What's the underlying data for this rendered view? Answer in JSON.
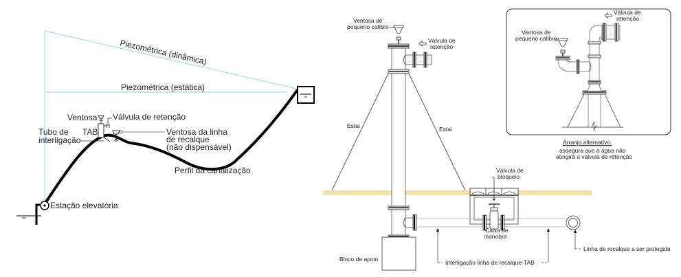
{
  "colors": {
    "piezometric_line": "#a8dbe8",
    "pipe_profile": "#000000",
    "ground": "#efe2ab",
    "drawing_line": "#333333",
    "pipe_fill": "#e8e8e8"
  },
  "left_diagram": {
    "labels": {
      "piezo_dynamic": "Piezométrica (dinâmica)",
      "piezo_static": "Piezométrica (estática)",
      "ventosa": "Ventosa",
      "valvula_retencao": "Válvula de retenção",
      "tab": "TAB",
      "tubo_de": "Tubo de",
      "interligacao": "interligação",
      "ventosa_linha_1": "Ventosa da linha",
      "ventosa_linha_2": "de recalque",
      "ventosa_linha_3": "(não dispensável)",
      "perfil": "Perfil da canalização",
      "estacao": "Estação elevatória"
    }
  },
  "right_diagram": {
    "labels": {
      "ventosa_pc_1": "Ventosa de",
      "ventosa_pc_2": "pequeno calibre",
      "valvula_ret_1": "Válvula de",
      "valvula_ret_2": "retenção",
      "estai_left": "Estai",
      "estai_right": "Estai",
      "valvula_bloq_1": "Válvula de",
      "valvula_bloq_2": "bloqueio",
      "caixa_1": "Caixa de",
      "caixa_2": "manobra",
      "bloco": "Bloco de apoio",
      "interligacao_tab": "Interligação linha de recalque-TAB",
      "linha_protegida": "Linha de recalque a ser protegida"
    }
  },
  "inset": {
    "labels": {
      "ventosa_pc_1": "Ventosa de",
      "ventosa_pc_2": "pequeno calibre",
      "valvula_ret_1": "Válvula de",
      "valvula_ret_2": "retenção",
      "caption_title": "Arranjo alternativo:",
      "caption_1": "assegura que a água não",
      "caption_2": "atingirá a válvula de retenção"
    }
  }
}
